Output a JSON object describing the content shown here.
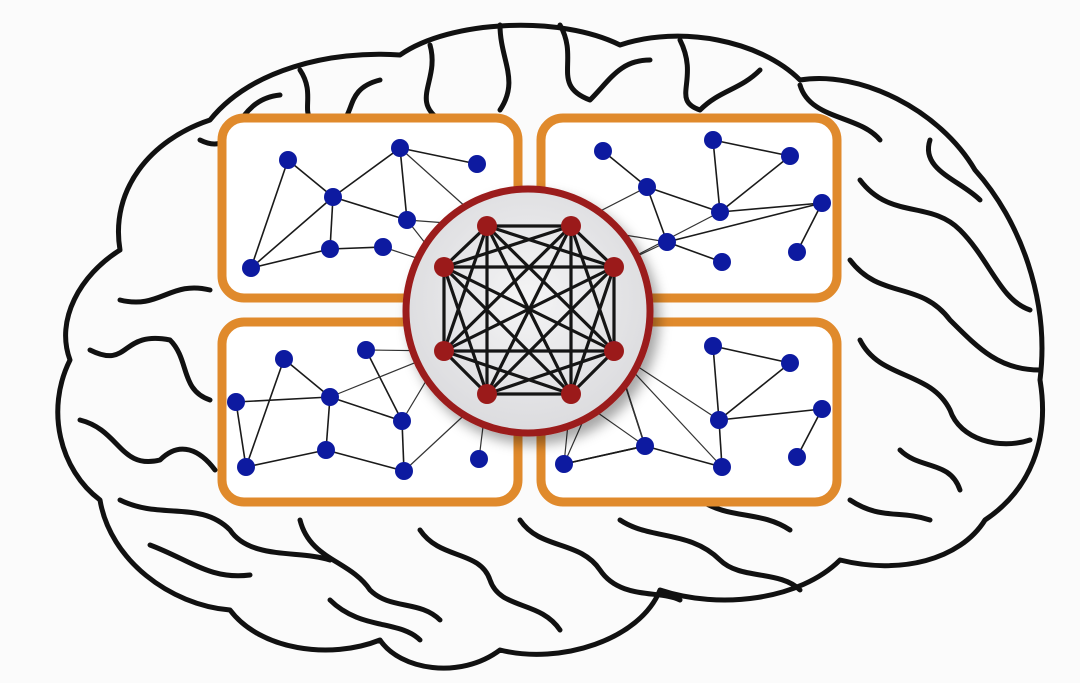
{
  "colors": {
    "background": "#fbfbfb",
    "brain_outline": "#111111",
    "module_border": "#e08a2c",
    "module_node": "#0d1aa0",
    "hub_node": "#9b1a1a",
    "hub_ring": "#9b1a1a",
    "hub_fill": "#e9e9ea",
    "edge": "#1a1a1a"
  },
  "figure": {
    "caption": "",
    "modules": [
      {
        "name": "module-top-left"
      },
      {
        "name": "module-top-right"
      },
      {
        "name": "module-bottom-left"
      },
      {
        "name": "module-bottom-right"
      }
    ],
    "hub": {
      "name": "rich-club-hub",
      "node_count": 8
    }
  }
}
